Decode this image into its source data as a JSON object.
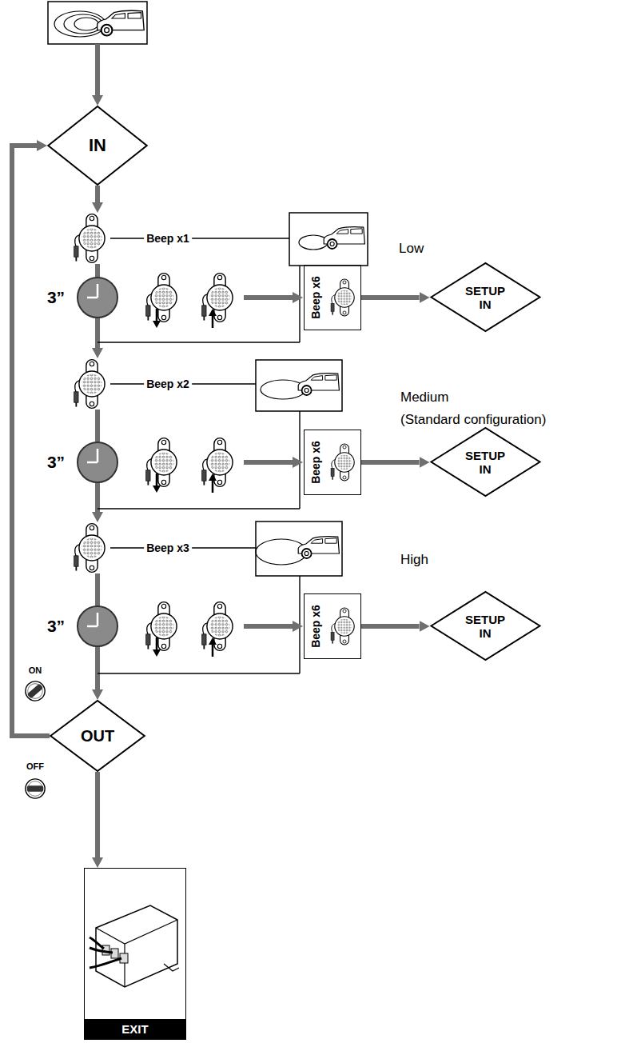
{
  "diagram": {
    "nodes": [
      {
        "text": [
          "IN"
        ]
      },
      {
        "text": [
          "Beep x6"
        ]
      },
      {
        "text": [
          "SETUP IN"
        ]
      },
      {
        "text": [
          "Beep x6"
        ]
      },
      {
        "text": [
          "SETUP IN"
        ]
      },
      {
        "text": [
          "Beep x6"
        ]
      },
      {
        "text": [
          "SETUP IN"
        ]
      },
      {
        "text": [
          "OUT"
        ]
      },
      {
        "text": [
          "EXIT"
        ]
      }
    ],
    "edges": [
      {
        "from": 1,
        "to": 2,
        "arrow": "to"
      },
      {
        "from": 3,
        "to": 4,
        "arrow": "to"
      },
      {
        "from": 5,
        "to": 6,
        "arrow": "to"
      },
      {
        "from": 7,
        "to": 0,
        "arrow": "to"
      },
      {
        "from": 7,
        "to": 8,
        "arrow": "to"
      }
    ],
    "labels": [
      "Beep x1",
      "Low",
      "3”",
      "Beep x2",
      "Medium",
      "(Standard configuration)",
      "3”",
      "Beep x3",
      "High",
      "3”",
      "ON",
      "OFF"
    ]
  }
}
